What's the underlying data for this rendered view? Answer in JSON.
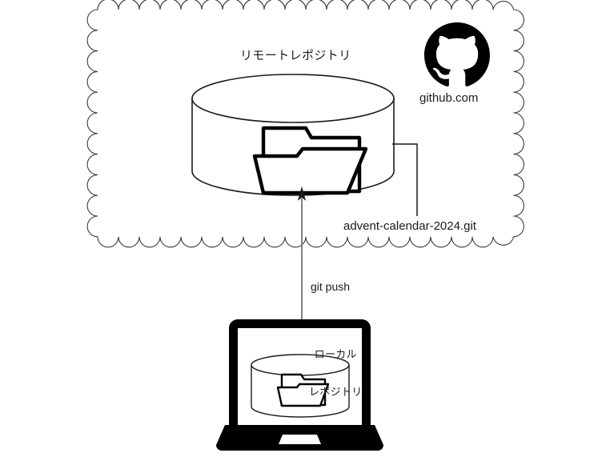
{
  "diagram": {
    "title_semantic": "git-push-to-remote-repository-diagram",
    "colors": {
      "stroke": "#1a1a1a",
      "cloud_stroke": "#3a3a3a",
      "arrow": "#808080",
      "fill": "#ffffff",
      "device": "#000000",
      "logo": "#000000"
    }
  },
  "cloud": {
    "label": "remote-environment-cloud",
    "title": "リモートレポジトリ",
    "github": {
      "icon": "github-octocat-icon",
      "domain": "github.com"
    },
    "repository": {
      "icon": "database-cylinder-icon",
      "content_icon": "open-folder-icon",
      "name": "advent-calendar-2024.git"
    }
  },
  "flow": {
    "arrow_icon": "up-arrow-icon",
    "command": "git push",
    "direction": "local-to-remote"
  },
  "local": {
    "device_icon": "laptop-icon",
    "label_line1": "ローカル",
    "label_line2": "レポジトリ",
    "repository": {
      "icon": "database-cylinder-icon",
      "content_icon": "open-folder-icon"
    }
  }
}
